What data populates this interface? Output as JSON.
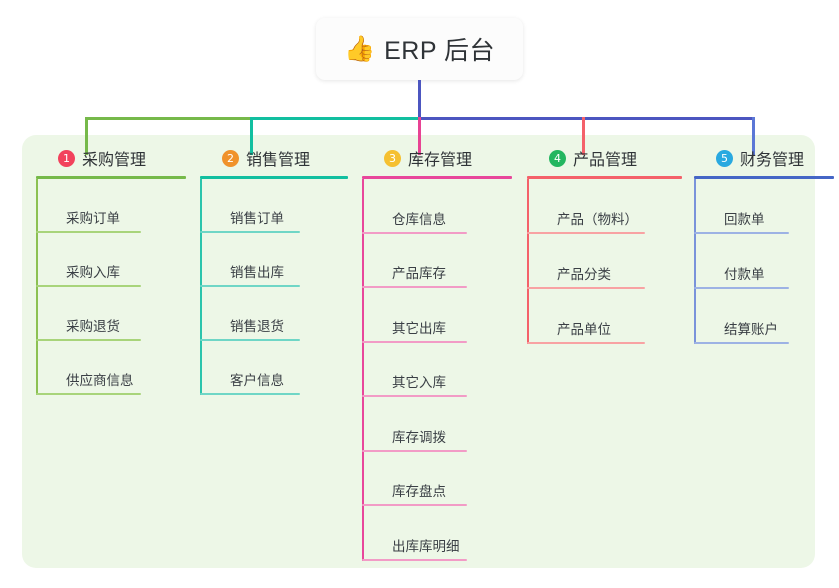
{
  "root": {
    "emoji": "👍",
    "emoji_name": "thumbs-up-icon",
    "title": "ERP 后台"
  },
  "palette": {
    "panel_bg": "#EDF7E7",
    "page_bg": "#FFFFFF",
    "bus_green": "#76B94A",
    "bus_teal": "#12BFA0",
    "bus_blue": "#4C56C0",
    "stub_pink": "#E84393",
    "stub_red": "#F4616A",
    "stub_blue": "#5B77D6"
  },
  "columns": [
    {
      "index": "1",
      "badge_color": "#F2425C",
      "title": "采购管理",
      "rule_color": "#76B94A",
      "spine_color": "#8CC152",
      "leaf_rule_color": "#A8D47A",
      "leaves": [
        "采购订单",
        "采购入库",
        "采购退货",
        "供应商信息"
      ]
    },
    {
      "index": "2",
      "badge_color": "#F0922B",
      "title": "销售管理",
      "rule_color": "#12BFA0",
      "spine_color": "#2BC4AC",
      "leaf_rule_color": "#6FD6C6",
      "leaves": [
        "销售订单",
        "销售出库",
        "销售退货",
        "客户信息"
      ]
    },
    {
      "index": "3",
      "badge_color": "#F5C030",
      "title": "库存管理",
      "rule_color": "#E8479B",
      "spine_color": "#E8479B",
      "leaf_rule_color": "#F29BC6",
      "leaves": [
        "仓库信息",
        "产品库存",
        "其它出库",
        "其它入库",
        "库存调拨",
        "库存盘点",
        "出库库明细"
      ]
    },
    {
      "index": "4",
      "badge_color": "#23B660",
      "title": "产品管理",
      "rule_color": "#F4616A",
      "spine_color": "#F4616A",
      "leaf_rule_color": "#F8A2A3",
      "leaves": [
        "产品（物料）",
        "产品分类",
        "产品单位"
      ]
    },
    {
      "index": "5",
      "badge_color": "#29A9E0",
      "title": "财务管理",
      "rule_color": "#4566C6",
      "spine_color": "#7A93DA",
      "leaf_rule_color": "#9DB2E4",
      "leaves": [
        "回款单",
        "付款单",
        "结算账户"
      ]
    }
  ]
}
